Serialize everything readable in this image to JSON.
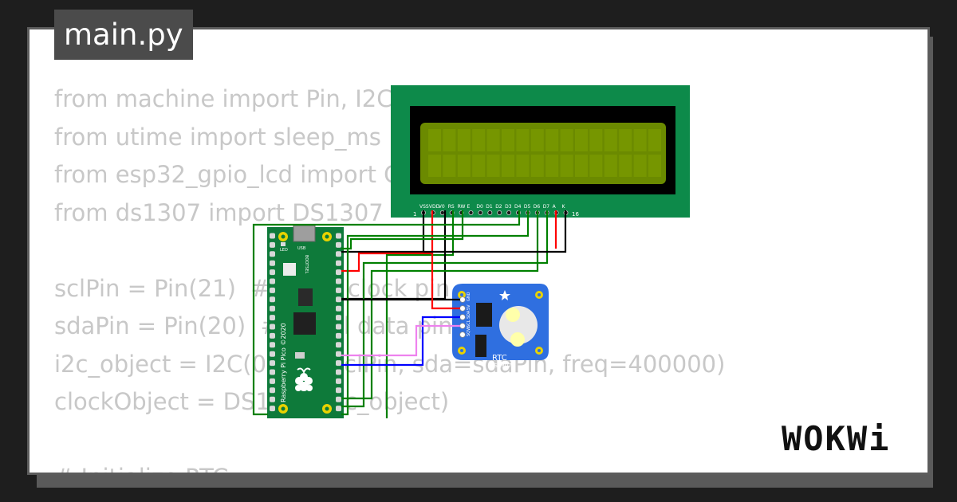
{
  "tab": {
    "label": "main.py"
  },
  "code_lines": [
    "from machine import Pin, I2C",
    "from utime import sleep_ms",
    "from esp32_gpio_lcd import GpioLcd",
    "from ds1307 import DS1307",
    "",
    "sclPin = Pin(21)  # serial clock pin",
    "sdaPin = Pin(20)  # serial data pin",
    "i2c_object = I2C(0, scl=sclPin, sda=sdaPin, freq=400000)",
    "clockObject = DS1307(i2c_object)",
    "",
    "# Initialize RTC"
  ],
  "lcd": {
    "pin_labels": [
      "VSS",
      "VDD",
      "V0",
      "RS",
      "RW",
      "E",
      "D0",
      "D1",
      "D2",
      "D3",
      "D4",
      "D5",
      "D6",
      "D7",
      "A",
      "K"
    ],
    "pin_first": "1",
    "pin_last": "16",
    "board_color": "#0d8a4a",
    "screen_color": "#6b8a00"
  },
  "pico": {
    "silk_text": "Raspberry Pi Pico ©2020",
    "led_label": "LED",
    "usb_label": "USB",
    "bootsel_label": "BOOTSEL",
    "board_color": "#0e7a3a"
  },
  "rtc": {
    "pin_labels": [
      "GND",
      "5V",
      "SDA",
      "SCL",
      "SQW"
    ],
    "title": "RTC",
    "subtitle": "DS1307",
    "board_color": "#2f6fe0"
  },
  "wire_colors": {
    "green": "#008000",
    "black": "#000000",
    "red": "#ff0000",
    "blue": "#0000ff",
    "violet": "#ee82ee"
  },
  "brand": {
    "logo": "WOKWi"
  }
}
